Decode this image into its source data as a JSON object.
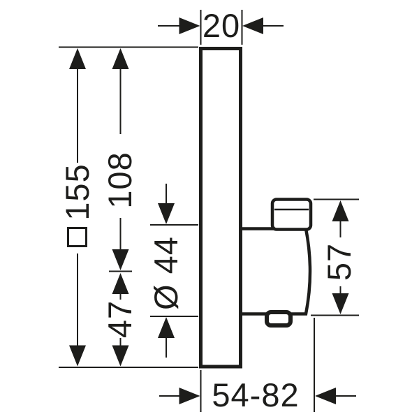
{
  "colors": {
    "background": "#ffffff",
    "ink": "#1d1d1b"
  },
  "drawing_type": "technical-dimension-drawing",
  "dims": {
    "plate_width": "20",
    "overall_height": "155",
    "overall_height_symbol": "□",
    "top_to_valve_center": "108",
    "valve_center_to_bottom": "47",
    "valve_diameter": "Ø 44",
    "handle_height": "57",
    "installation_depth_range": "54-82"
  }
}
